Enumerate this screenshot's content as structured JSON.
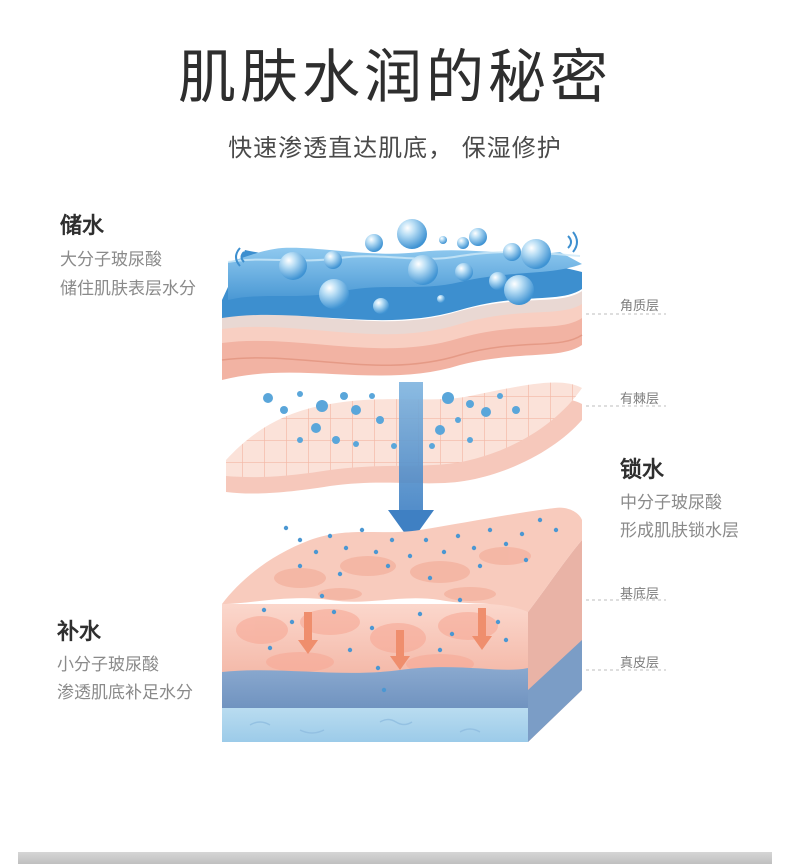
{
  "title": "肌肤水润的秘密",
  "subtitle": "快速渗透直达肌底， 保湿修护",
  "sections": {
    "store": {
      "title": "储水",
      "line1": "大分子玻尿酸",
      "line2": "储住肌肤表层水分"
    },
    "lock": {
      "title": "锁水",
      "line1": "中分子玻尿酸",
      "line2": "形成肌肤锁水层"
    },
    "replenish": {
      "title": "补水",
      "line1": "小分子玻尿酸",
      "line2": "渗透肌底补足水分"
    }
  },
  "layers": {
    "stratum_corneum": "角质层",
    "stratum_spinosum": "有棘层",
    "stratum_basale": "基底层",
    "dermis": "真皮层"
  },
  "colors": {
    "water_blue": "#5aa6da",
    "skin_pink": "#f6c3b5",
    "dermis_blue": "#7fa2c8",
    "arrow_blue": "#4a8cc8",
    "arrow_orange": "#ef8e6d"
  }
}
